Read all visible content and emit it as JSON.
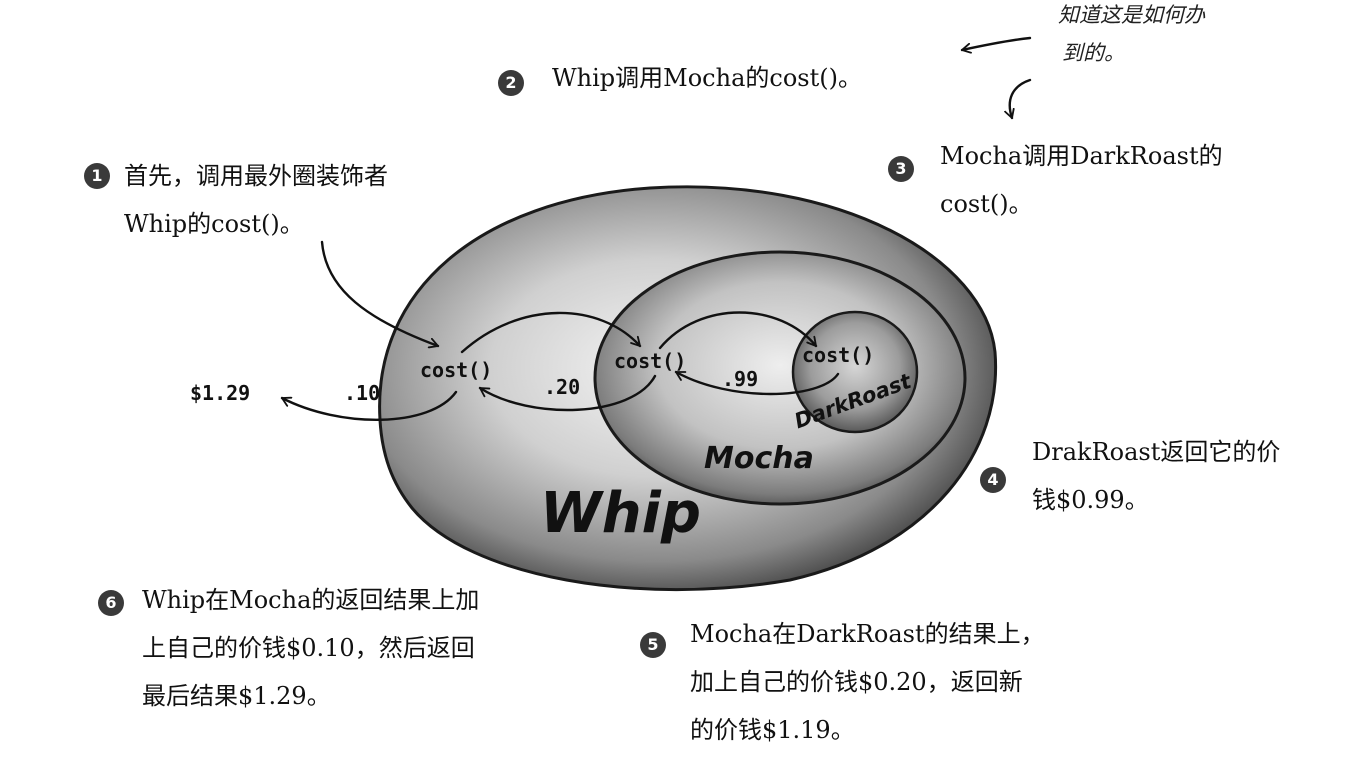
{
  "annotation": {
    "lines": [
      "知道这是如何办",
      "到的。"
    ]
  },
  "steps": [
    {
      "number": "1",
      "lines": [
        "首先，调用最外圈装饰者",
        "Whip的cost()。"
      ]
    },
    {
      "number": "2",
      "lines": [
        "Whip调用Mocha的cost()。"
      ]
    },
    {
      "number": "3",
      "lines": [
        "Mocha调用DarkRoast的",
        "cost()。"
      ]
    },
    {
      "number": "4",
      "lines": [
        "DrakRoast返回它的价",
        "钱$0.99。"
      ]
    },
    {
      "number": "5",
      "lines": [
        "Mocha在DarkRoast的结果上，",
        "加上自己的价钱$0.20，返回新",
        "的价钱$1.19。"
      ]
    },
    {
      "number": "6",
      "lines": [
        "Whip在Mocha的返回结果上加",
        "上自己的价钱$0.10，然后返回",
        "最后结果$1.29。"
      ]
    }
  ],
  "diagram": {
    "whip_label": "Whip",
    "mocha_label": "Mocha",
    "darkroast_label": "DarkRoast",
    "whip_cost": "cost()",
    "mocha_cost": "cost()",
    "darkroast_cost": "cost()",
    "return_darkroast": ".99",
    "return_mocha": ".20",
    "return_whip": ".10",
    "total": "$1.29"
  }
}
